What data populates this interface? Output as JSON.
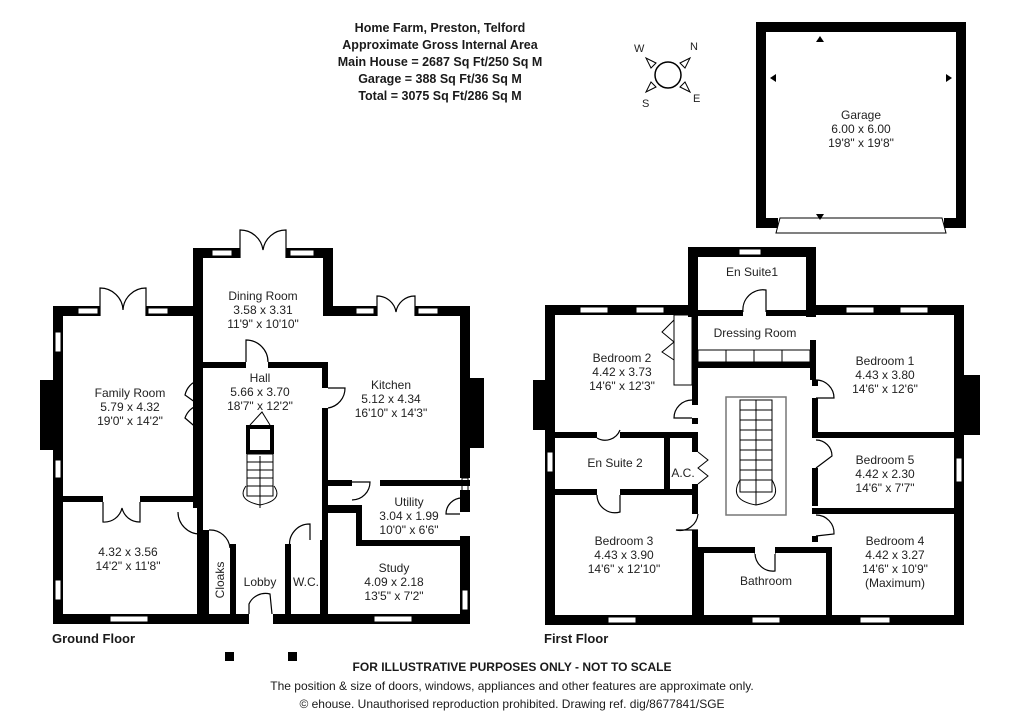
{
  "header": {
    "title": "Home Farm, Preston, Telford",
    "subtitle": "Approximate Gross Internal Area",
    "main_house": "Main House = 2687 Sq Ft/250 Sq M",
    "garage": "Garage = 388 Sq Ft/36 Sq M",
    "total": "Total = 3075 Sq Ft/286 Sq M"
  },
  "compass": {
    "icon": "compass-icon",
    "n": "N",
    "e": "E",
    "s": "S",
    "w": "W"
  },
  "garage": {
    "name": "Garage",
    "metric": "6.00 x 6.00",
    "imperial": "19'8\" x 19'8\""
  },
  "ground_floor": {
    "label": "Ground Floor",
    "rooms": {
      "dining": {
        "name": "Dining Room",
        "metric": "3.58 x 3.31",
        "imperial": "11'9\" x 10'10\""
      },
      "family": {
        "name": "Family Room",
        "metric": "5.79 x 4.32",
        "imperial": "19'0\" x 14'2\""
      },
      "hall": {
        "name": "Hall",
        "metric": "5.66 x 3.70",
        "imperial": "18'7\" x 12'2\""
      },
      "kitchen": {
        "name": "Kitchen",
        "metric": "5.12 x 4.34",
        "imperial": "16'10\" x 14'3\""
      },
      "utility": {
        "name": "Utility",
        "metric": "3.04 x 1.99",
        "imperial": "10'0\" x 6'6\""
      },
      "unnamed": {
        "metric": "4.32 x 3.56",
        "imperial": "14'2\" x 11'8\""
      },
      "study": {
        "name": "Study",
        "metric": "4.09 x 2.18",
        "imperial": "13'5\" x 7'2\""
      },
      "cloaks": {
        "name": "Cloaks"
      },
      "lobby": {
        "name": "Lobby"
      },
      "wc": {
        "name": "W.C."
      }
    }
  },
  "first_floor": {
    "label": "First Floor",
    "rooms": {
      "ensuite1": {
        "name": "En Suite1"
      },
      "dressing": {
        "name": "Dressing Room"
      },
      "bedroom2": {
        "name": "Bedroom 2",
        "metric": "4.42 x 3.73",
        "imperial": "14'6\" x 12'3\""
      },
      "bedroom1": {
        "name": "Bedroom 1",
        "metric": "4.43 x 3.80",
        "imperial": "14'6\" x 12'6\""
      },
      "ensuite2": {
        "name": "En Suite 2"
      },
      "ac": {
        "name": "A.C."
      },
      "bedroom5": {
        "name": "Bedroom 5",
        "metric": "4.42 x 2.30",
        "imperial": "14'6\" x 7'7\""
      },
      "bedroom3": {
        "name": "Bedroom 3",
        "metric": "4.43 x 3.90",
        "imperial": "14'6\" x 12'10\""
      },
      "bathroom": {
        "name": "Bathroom"
      },
      "bedroom4": {
        "name": "Bedroom 4",
        "metric": "4.42 x 3.27",
        "imperial": "14'6\" x 10'9\"",
        "note": "(Maximum)"
      }
    }
  },
  "footer": {
    "disclaimer": "FOR ILLUSTRATIVE PURPOSES ONLY - NOT TO SCALE",
    "note": "The position & size of doors, windows, appliances and other features are approximate only.",
    "copyright": "© ehouse. Unauthorised reproduction prohibited. Drawing ref. dig/8677841/SGE"
  }
}
